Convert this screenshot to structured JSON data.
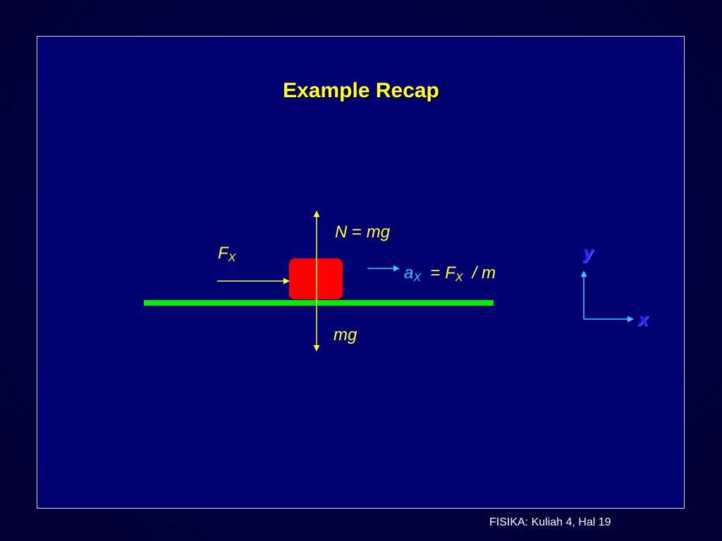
{
  "slide": {
    "title": "Example Recap",
    "footer": "FISIKA: Kuliah 4, Hal 19"
  },
  "diagram": {
    "normal_label": {
      "symbol": "N",
      "eq": " = ",
      "value": "mg"
    },
    "weight_label": "mg",
    "force_label": {
      "symbol": "F",
      "sub": "X"
    },
    "accel_label": {
      "a": "a",
      "a_sub": "X",
      "eq": " = ",
      "F": "F",
      "F_sub": "X",
      "div": " / ",
      "m": "m"
    },
    "axes": {
      "y": "y",
      "x": "x"
    },
    "colors": {
      "background": "#000070",
      "title": "#ffff33",
      "block": "#ff0000",
      "floor": "#00ee00",
      "force_arrows": "#ffff33",
      "axes": "#33ccff"
    }
  }
}
